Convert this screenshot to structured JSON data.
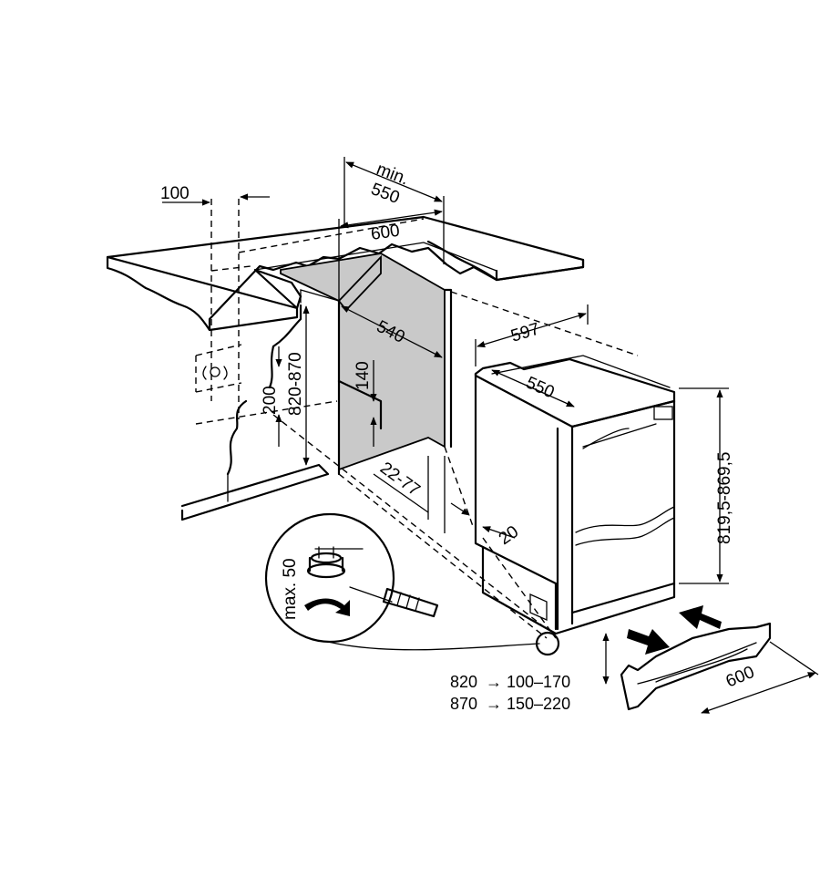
{
  "dimensions": {
    "counter_overhang": "100",
    "min_label": "min.",
    "min_depth": "550",
    "niche_width": "600",
    "niche_depth": "540",
    "vent_height": "140",
    "socket_height": "200",
    "niche_height": "820-870",
    "gap_range": "22-77",
    "appliance_width": "597",
    "appliance_depth": "550",
    "appliance_height": "819,5-869,5",
    "plinth_offset": "20",
    "foot_adjust": "max. 50",
    "plinth_width": "600"
  },
  "plinth_table": [
    {
      "niche": "820",
      "plinth": "100–170"
    },
    {
      "niche": "870",
      "plinth": "150–220"
    }
  ],
  "arrow_glyph": "→"
}
